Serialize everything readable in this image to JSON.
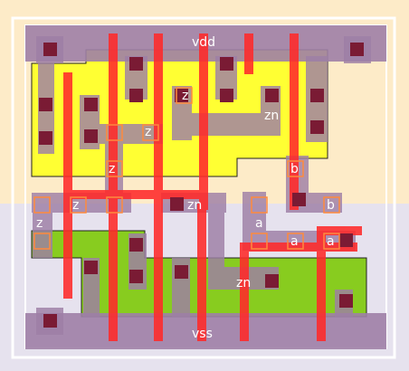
{
  "cell": {
    "nets": {
      "vdd": "vdd",
      "vss": "vss",
      "zn": "zn",
      "z": "z",
      "a": "a",
      "b": "b"
    }
  },
  "colors": {
    "nwell_background": "#fdebc8",
    "pwell_background": "#e6e2ee",
    "p_diffusion": "#ffff33",
    "n_diffusion": "#88cc1f",
    "poly": "#ff3333",
    "metal1": "#9e7fa6",
    "contact": "#7a1b34",
    "via_outline": "#ff8a3d"
  }
}
